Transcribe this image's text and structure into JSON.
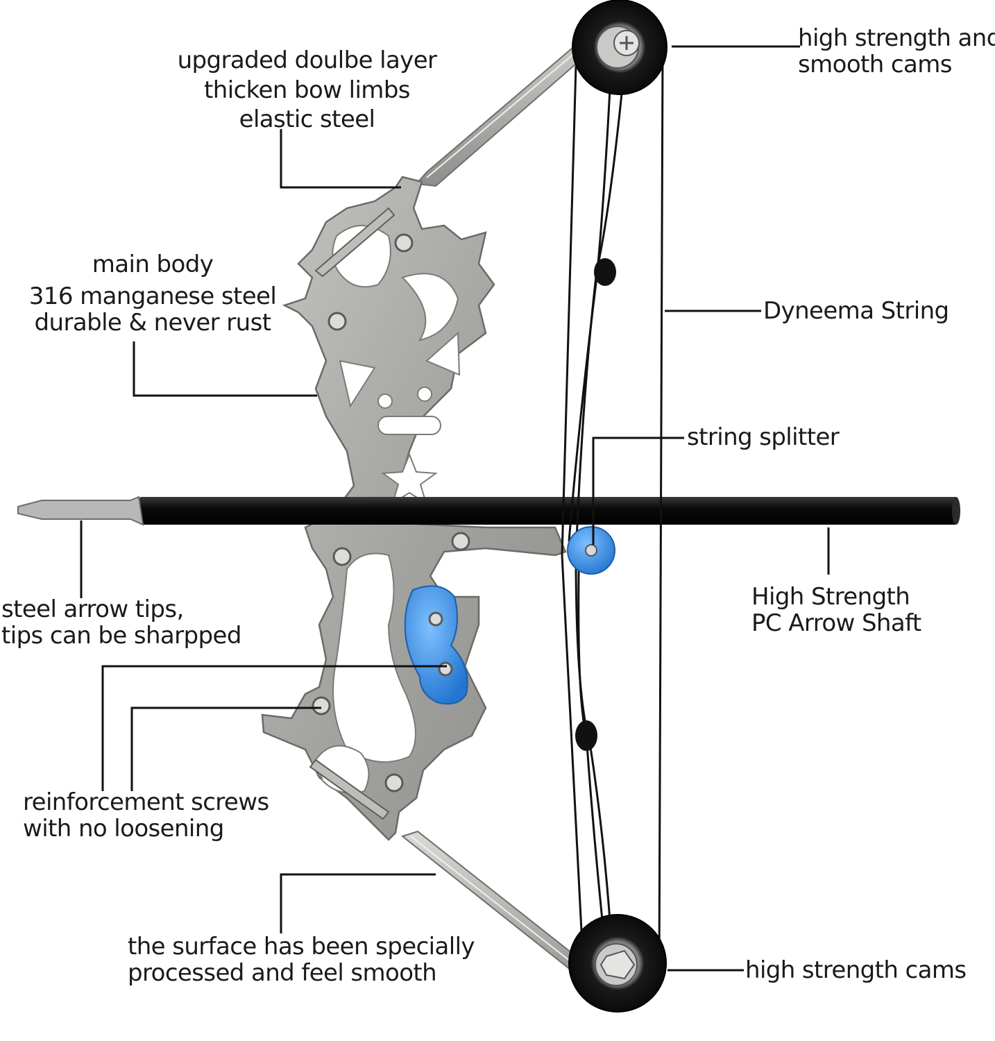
{
  "colors": {
    "background": "#ffffff",
    "steel": "#a9a9a6",
    "steel_dark": "#77777a",
    "grip_blue": "#2f7fd6",
    "splitter_blue": "#3f97ee",
    "string": "#111111",
    "shaft": "#0d0d0d",
    "leader_line": "#111111"
  },
  "labels": {
    "limbs": [
      "upgraded doulbe layer",
      "thicken bow limbs",
      "elastic steel"
    ],
    "main_body": [
      "main body",
      "316 manganese steel",
      "durable & never rust"
    ],
    "arrow_tips": [
      "steel arrow tips,",
      "tips can be sharpped"
    ],
    "screws": [
      "reinforcement screws",
      "with no loosening"
    ],
    "surface": [
      "the surface has been specially",
      "processed and feel smooth"
    ],
    "top_cams": [
      "high strength and",
      "smooth cams"
    ],
    "string": "Dyneema String",
    "splitter": "string splitter",
    "shaft": [
      "High Strength",
      "PC Arrow Shaft"
    ],
    "bottom_cams": "high strength cams"
  },
  "icons": [
    "star-cutout-icon",
    "triangle-cutout-icon",
    "screw-icon",
    "cam-wheel-icon",
    "arrow-tip-icon"
  ]
}
